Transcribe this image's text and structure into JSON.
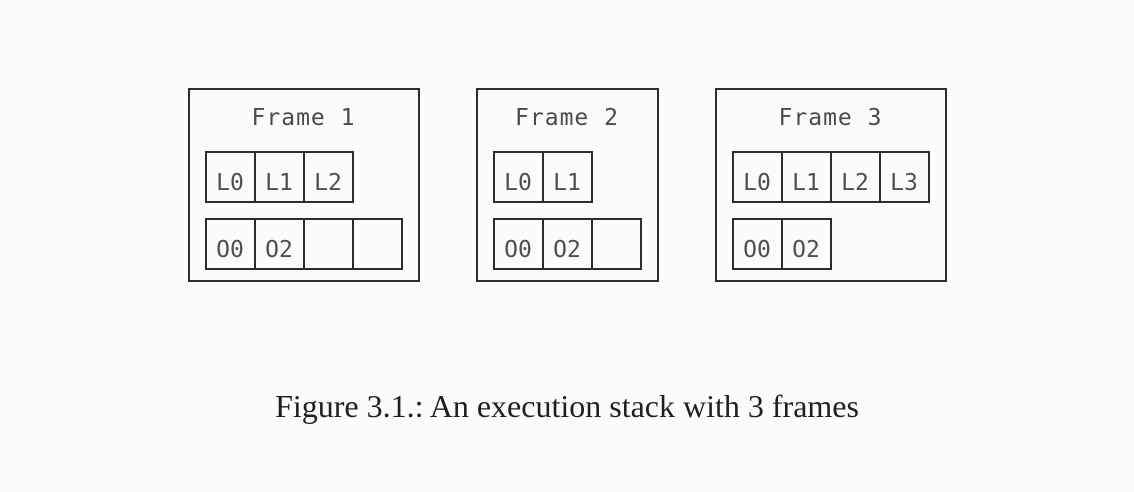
{
  "figure": {
    "frames": [
      {
        "title": "Frame 1",
        "locals": [
          "L0",
          "L1",
          "L2"
        ],
        "operands": [
          "O0",
          "O2",
          "",
          ""
        ]
      },
      {
        "title": "Frame 2",
        "locals": [
          "L0",
          "L1"
        ],
        "operands": [
          "O0",
          "O2",
          ""
        ]
      },
      {
        "title": "Frame 3",
        "locals": [
          "L0",
          "L1",
          "L2",
          "L3"
        ],
        "operands": [
          "O0",
          "O2"
        ]
      }
    ],
    "caption": "Figure 3.1.: An execution stack with 3 frames",
    "colors": {
      "background": "#fbfbfb",
      "frame_border": "#2d2d2d",
      "cell_border": "#2d2d2d",
      "cell_text": "#4f4f4f",
      "title_text": "#4a4a4a",
      "caption_text": "#1f1f1f"
    }
  }
}
